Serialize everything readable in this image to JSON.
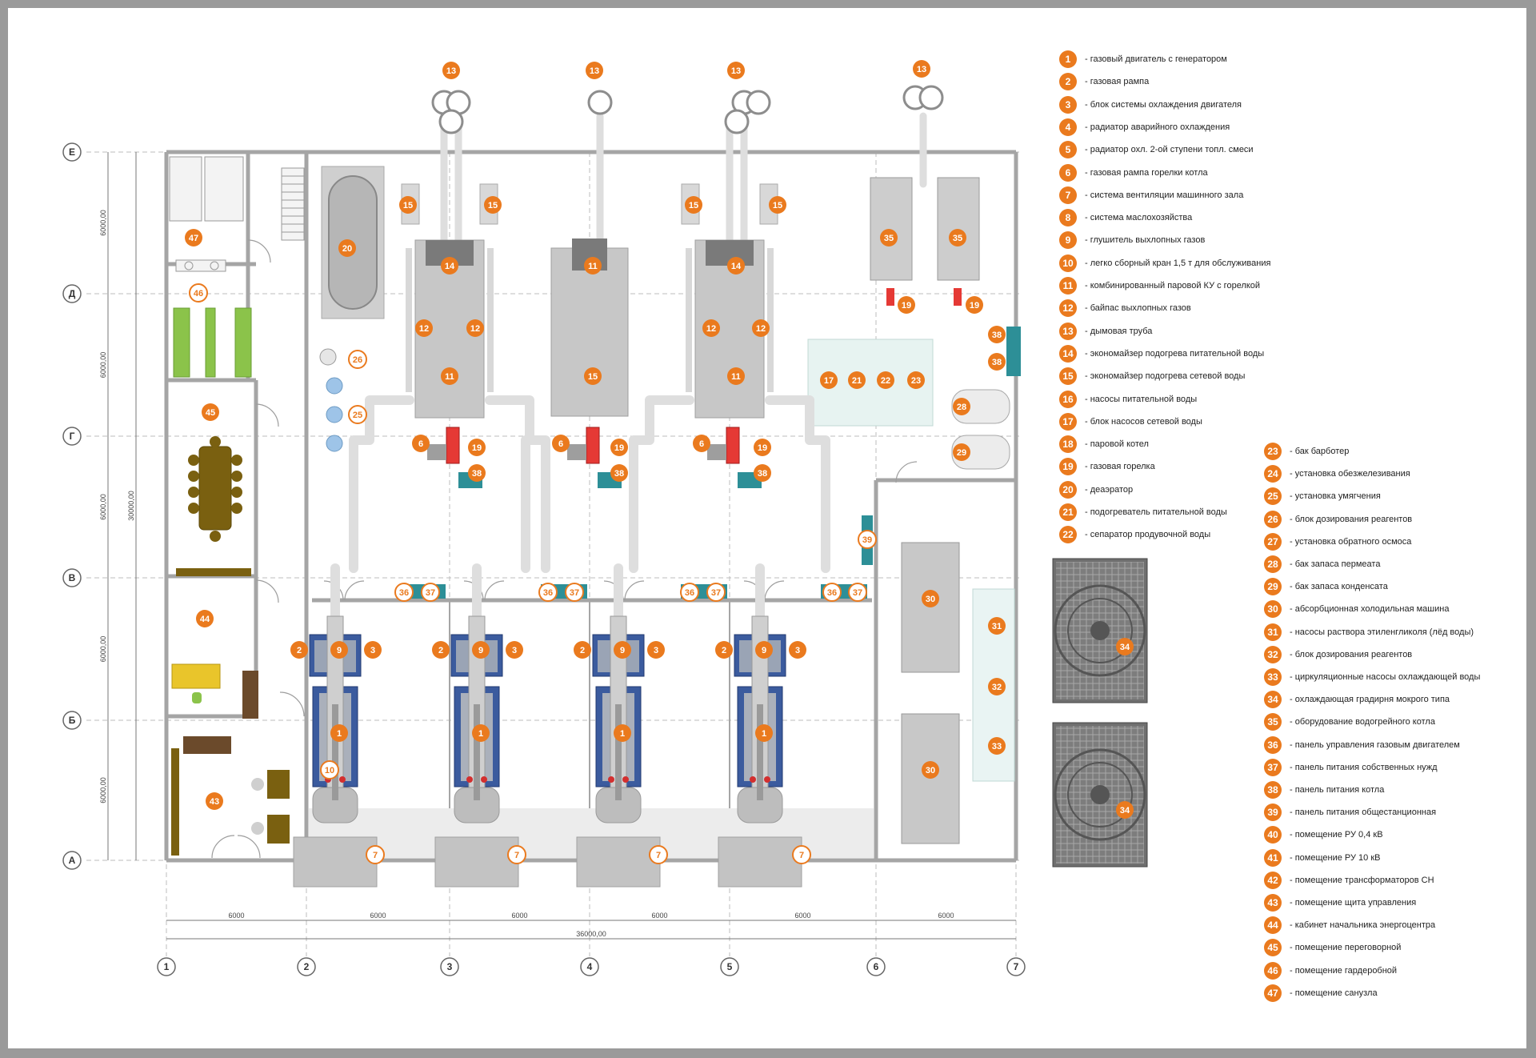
{
  "accent_color": "#ea7a1e",
  "row_axes": [
    "Е",
    "Д",
    "Г",
    "В",
    "Б",
    "А"
  ],
  "col_axes": [
    "1",
    "2",
    "3",
    "4",
    "5",
    "6",
    "7"
  ],
  "dimensions": {
    "row_span": "6000,00",
    "total_height": "30000,00",
    "col_span": "6000",
    "total_width": "36000,00"
  },
  "legend_left": [
    {
      "num": "1",
      "text": "- газовый двигатель с генератором"
    },
    {
      "num": "2",
      "text": "- газовая рампа"
    },
    {
      "num": "3",
      "text": "- блок системы охлаждения двигателя"
    },
    {
      "num": "4",
      "text": "- радиатор аварийного охлаждения"
    },
    {
      "num": "5",
      "text": "- радиатор охл. 2-ой ступени топл. смеси"
    },
    {
      "num": "6",
      "text": "- газовая рампа горелки котла"
    },
    {
      "num": "7",
      "text": "- система вентиляции машинного зала"
    },
    {
      "num": "8",
      "text": "- система маслохозяйства"
    },
    {
      "num": "9",
      "text": "- глушитель выхлопных газов"
    },
    {
      "num": "10",
      "text": "- легко сборный кран 1,5 т для обслуживания"
    },
    {
      "num": "11",
      "text": "- комбинированный паровой КУ с горелкой"
    },
    {
      "num": "12",
      "text": "- байпас выхлопных газов"
    },
    {
      "num": "13",
      "text": "- дымовая труба"
    },
    {
      "num": "14",
      "text": "- экономайзер подогрева питательной воды"
    },
    {
      "num": "15",
      "text": "- экономайзер подогрева сетевой воды"
    },
    {
      "num": "16",
      "text": "- насосы питательной воды"
    },
    {
      "num": "17",
      "text": "- блок насосов сетевой воды"
    },
    {
      "num": "18",
      "text": "- паровой котел"
    },
    {
      "num": "19",
      "text": "- газовая горелка"
    },
    {
      "num": "20",
      "text": "- деаэратор"
    },
    {
      "num": "21",
      "text": "- подогреватель питательной воды"
    },
    {
      "num": "22",
      "text": "- сепаратор продувочной воды"
    }
  ],
  "legend_right": [
    {
      "num": "23",
      "text": "- бак барботер"
    },
    {
      "num": "24",
      "text": "- установка обезжелезивания"
    },
    {
      "num": "25",
      "text": "- установка умягчения"
    },
    {
      "num": "26",
      "text": "- блок дозирования реагентов"
    },
    {
      "num": "27",
      "text": "- установка обратного осмоса"
    },
    {
      "num": "28",
      "text": "- бак запаса пермеата"
    },
    {
      "num": "29",
      "text": "- бак запаса конденсата"
    },
    {
      "num": "30",
      "text": "- абсорбционная холодильная машина"
    },
    {
      "num": "31",
      "text": "- насосы раствора этиленгликоля (лёд воды)"
    },
    {
      "num": "32",
      "text": "- блок дозирования реагентов"
    },
    {
      "num": "33",
      "text": "- циркуляционные насосы охлаждающей воды"
    },
    {
      "num": "34",
      "text": "- охлаждающая градирня мокрого типа"
    },
    {
      "num": "35",
      "text": "- оборудование водогрейного котла"
    },
    {
      "num": "36",
      "text": "- панель управления газовым двигателем"
    },
    {
      "num": "37",
      "text": "- панель питания собственных нужд"
    },
    {
      "num": "38",
      "text": "- панель питания котла"
    },
    {
      "num": "39",
      "text": "- панель питания общестанционная"
    },
    {
      "num": "40",
      "text": "- помещение РУ 0,4 кВ"
    },
    {
      "num": "41",
      "text": "- помещение РУ 10 кВ"
    },
    {
      "num": "42",
      "text": "- помещение трансформаторов СН"
    },
    {
      "num": "43",
      "text": "- помещение щита управления"
    },
    {
      "num": "44",
      "text": "- кабинет начальника энергоцентра"
    },
    {
      "num": "45",
      "text": "- помещение переговорной"
    },
    {
      "num": "46",
      "text": "- помещение гардеробной"
    },
    {
      "num": "47",
      "text": "- помещение санузла"
    }
  ],
  "markers": [
    {
      "n": "13",
      "style": "solid"
    },
    {
      "n": "13",
      "style": "solid"
    },
    {
      "n": "13",
      "style": "solid"
    },
    {
      "n": "13",
      "style": "solid"
    },
    {
      "n": "15",
      "style": "solid"
    },
    {
      "n": "15",
      "style": "solid"
    },
    {
      "n": "15",
      "style": "solid"
    },
    {
      "n": "15",
      "style": "solid"
    },
    {
      "n": "14",
      "style": "solid"
    },
    {
      "n": "14",
      "style": "solid"
    },
    {
      "n": "11",
      "style": "solid"
    },
    {
      "n": "11",
      "style": "solid"
    },
    {
      "n": "11",
      "style": "solid"
    },
    {
      "n": "12",
      "style": "solid"
    },
    {
      "n": "12",
      "style": "solid"
    },
    {
      "n": "12",
      "style": "solid"
    },
    {
      "n": "12",
      "style": "solid"
    },
    {
      "n": "15",
      "style": "solid"
    },
    {
      "n": "6",
      "style": "solid"
    },
    {
      "n": "6",
      "style": "solid"
    },
    {
      "n": "6",
      "style": "solid"
    },
    {
      "n": "19",
      "style": "solid"
    },
    {
      "n": "19",
      "style": "solid"
    },
    {
      "n": "19",
      "style": "solid"
    },
    {
      "n": "19",
      "style": "solid"
    },
    {
      "n": "19",
      "style": "solid"
    },
    {
      "n": "38",
      "style": "solid"
    },
    {
      "n": "38",
      "style": "solid"
    },
    {
      "n": "38",
      "style": "solid"
    },
    {
      "n": "38",
      "style": "solid"
    },
    {
      "n": "38",
      "style": "solid"
    },
    {
      "n": "35",
      "style": "solid"
    },
    {
      "n": "35",
      "style": "solid"
    },
    {
      "n": "17",
      "style": "solid"
    },
    {
      "n": "21",
      "style": "solid"
    },
    {
      "n": "22",
      "style": "solid"
    },
    {
      "n": "23",
      "style": "solid"
    },
    {
      "n": "28",
      "style": "solid"
    },
    {
      "n": "29",
      "style": "solid"
    },
    {
      "n": "20",
      "style": "solid"
    },
    {
      "n": "26",
      "style": "outline"
    },
    {
      "n": "25",
      "style": "outline"
    },
    {
      "n": "47",
      "style": "solid"
    },
    {
      "n": "46",
      "style": "outline"
    },
    {
      "n": "45",
      "style": "solid"
    },
    {
      "n": "44",
      "style": "solid"
    },
    {
      "n": "43",
      "style": "solid"
    },
    {
      "n": "39",
      "style": "outline"
    },
    {
      "n": "36",
      "style": "outline"
    },
    {
      "n": "37",
      "style": "outline"
    },
    {
      "n": "36",
      "style": "outline"
    },
    {
      "n": "37",
      "style": "outline"
    },
    {
      "n": "36",
      "style": "outline"
    },
    {
      "n": "37",
      "style": "outline"
    },
    {
      "n": "36",
      "style": "outline"
    },
    {
      "n": "37",
      "style": "outline"
    },
    {
      "n": "2",
      "style": "solid"
    },
    {
      "n": "9",
      "style": "solid"
    },
    {
      "n": "3",
      "style": "solid"
    },
    {
      "n": "2",
      "style": "solid"
    },
    {
      "n": "9",
      "style": "solid"
    },
    {
      "n": "3",
      "style": "solid"
    },
    {
      "n": "2",
      "style": "solid"
    },
    {
      "n": "9",
      "style": "solid"
    },
    {
      "n": "3",
      "style": "solid"
    },
    {
      "n": "2",
      "style": "solid"
    },
    {
      "n": "9",
      "style": "solid"
    },
    {
      "n": "3",
      "style": "solid"
    },
    {
      "n": "1",
      "style": "solid"
    },
    {
      "n": "1",
      "style": "solid"
    },
    {
      "n": "1",
      "style": "solid"
    },
    {
      "n": "1",
      "style": "solid"
    },
    {
      "n": "10",
      "style": "outline"
    },
    {
      "n": "7",
      "style": "outline"
    },
    {
      "n": "7",
      "style": "outline"
    },
    {
      "n": "7",
      "style": "outline"
    },
    {
      "n": "7",
      "style": "outline"
    },
    {
      "n": "30",
      "style": "solid"
    },
    {
      "n": "30",
      "style": "solid"
    },
    {
      "n": "31",
      "style": "solid"
    },
    {
      "n": "32",
      "style": "solid"
    },
    {
      "n": "33",
      "style": "solid"
    },
    {
      "n": "34",
      "style": "solid"
    },
    {
      "n": "34",
      "style": "solid"
    }
  ]
}
